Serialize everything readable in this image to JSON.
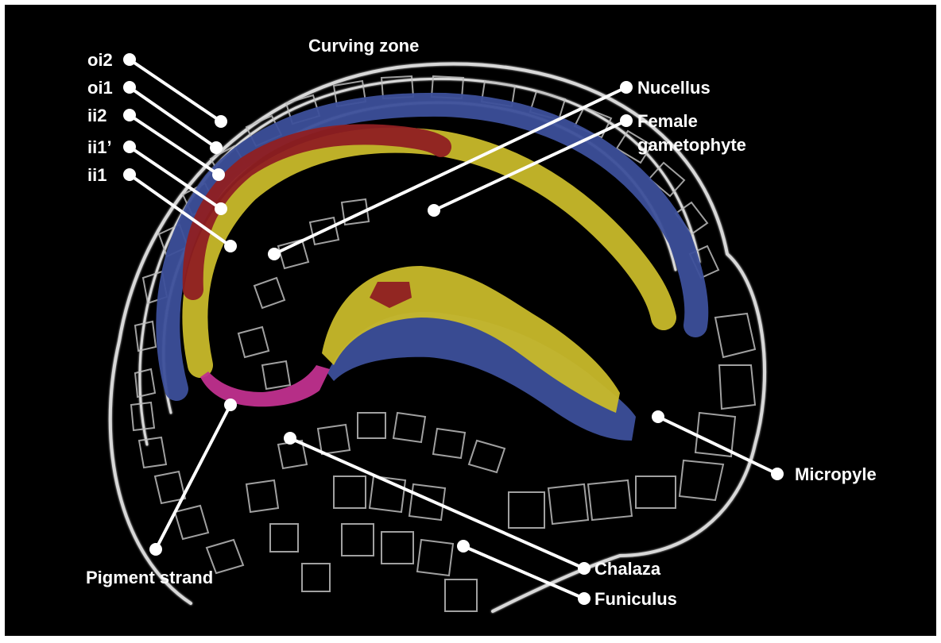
{
  "figure": {
    "background": "#000000",
    "layer_colors": {
      "outer_integument": "#3c4f9a",
      "inner_integument_ii1": "#c8b92a",
      "inner_integument_ii2": "#8f1f22",
      "pigment_strand": "#c0308e"
    },
    "labels": {
      "curving_zone": "Curving zone",
      "oi2": "oi2",
      "oi1": "oi1",
      "ii2": "ii2",
      "ii1_prime": "ii1’",
      "ii1": "ii1",
      "nucellus": "Nucellus",
      "female_gametophyte_line1": "Female",
      "female_gametophyte_line2": "gametophyte",
      "micropyle": "Micropyle",
      "chalaza": "Chalaza",
      "funiculus": "Funiculus",
      "pigment_strand": "Pigment strand"
    }
  }
}
